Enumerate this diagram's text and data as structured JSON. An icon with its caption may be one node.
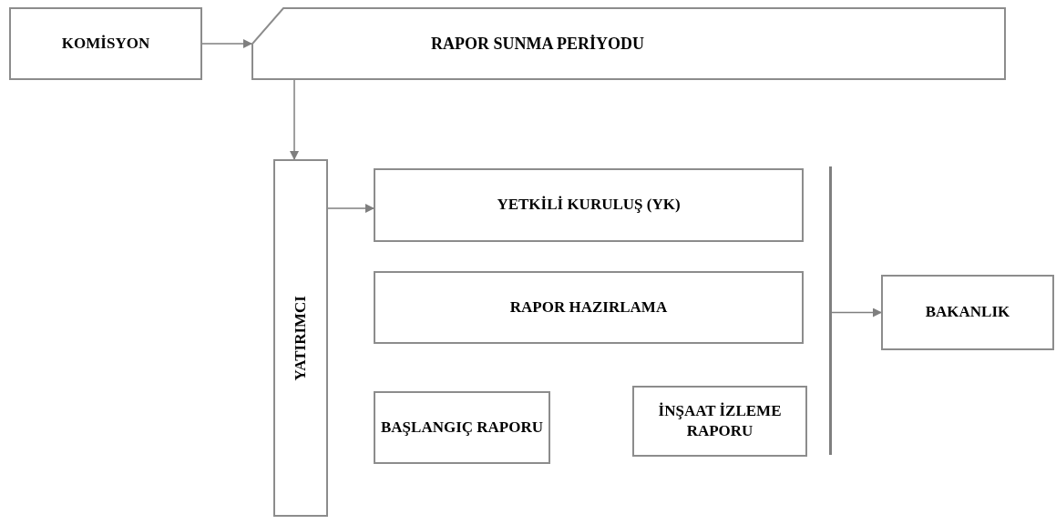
{
  "diagram": {
    "nodes": [
      {
        "text": [
          "KOMİSYON"
        ]
      },
      {
        "text": [
          "RAPOR SUNMA PERİYODU"
        ]
      },
      {
        "text": [
          "YATIRIMCI"
        ]
      },
      {
        "text": [
          "YETKİLİ KURULUŞ (YK)"
        ]
      },
      {
        "text": [
          "RAPOR HAZIRLAMA"
        ]
      },
      {
        "text": [
          "BAŞLANGIÇ RAPORU"
        ]
      },
      {
        "text": [
          "İNŞAAT İZLEME RAPORU"
        ]
      },
      {
        "text": [],
        "shape": "bar"
      },
      {
        "text": [
          "BAKANLIK"
        ]
      }
    ],
    "edges": [
      {
        "from": 0,
        "to": 1,
        "arrow": "to"
      },
      {
        "from": 1,
        "to": 2,
        "arrow": "to"
      },
      {
        "from": 2,
        "to": 3,
        "arrow": "to"
      },
      {
        "from": 7,
        "to": 8,
        "arrow": "to"
      }
    ]
  }
}
